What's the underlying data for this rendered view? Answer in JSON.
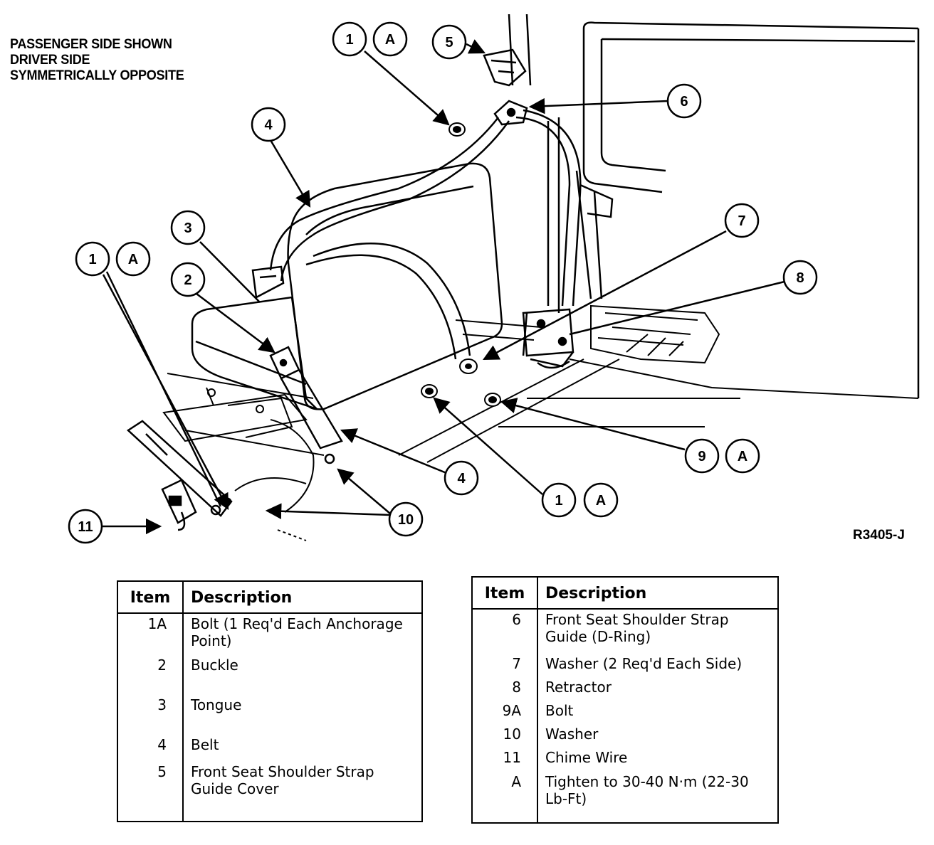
{
  "note": {
    "lines": [
      "PASSENGER SIDE SHOWN",
      "DRIVER SIDE",
      "SYMMETRICALLY OPPOSITE"
    ]
  },
  "figure_id": "R3405-J",
  "callouts": {
    "c1a_top": {
      "num": "1",
      "sub": "A"
    },
    "c5": {
      "num": "5"
    },
    "c6": {
      "num": "6"
    },
    "c4_top": {
      "num": "4"
    },
    "c3": {
      "num": "3"
    },
    "c1a_left": {
      "num": "1",
      "sub": "A"
    },
    "c2": {
      "num": "2"
    },
    "c7": {
      "num": "7"
    },
    "c8": {
      "num": "8"
    },
    "c9a": {
      "num": "9",
      "sub": "A"
    },
    "c4_low": {
      "num": "4"
    },
    "c1a_low": {
      "num": "1",
      "sub": "A"
    },
    "c10": {
      "num": "10"
    },
    "c11": {
      "num": "11"
    }
  },
  "legend_left": {
    "header": {
      "item": "Item",
      "description": "Description"
    },
    "rows": [
      {
        "item": "1A",
        "description": "Bolt (1 Req'd Each Anchorage Point)"
      },
      {
        "item": "2",
        "description": "Buckle"
      },
      {
        "item": "3",
        "description": "Tongue"
      },
      {
        "item": "4",
        "description": "Belt"
      },
      {
        "item": "5",
        "description": "Front Seat Shoulder Strap Guide Cover"
      }
    ]
  },
  "legend_right": {
    "header": {
      "item": "Item",
      "description": "Description"
    },
    "rows": [
      {
        "item": "6",
        "description": "Front Seat Shoulder Strap Guide (D-Ring)"
      },
      {
        "item": "7",
        "description": "Washer (2 Req'd Each Side)"
      },
      {
        "item": "8",
        "description": "Retractor"
      },
      {
        "item": "9A",
        "description": "Bolt"
      },
      {
        "item": "10",
        "description": "Washer"
      },
      {
        "item": "11",
        "description": "Chime Wire"
      },
      {
        "item": "A",
        "description": "Tighten to 30-40 N·m (22-30 Lb-Ft)"
      }
    ]
  }
}
